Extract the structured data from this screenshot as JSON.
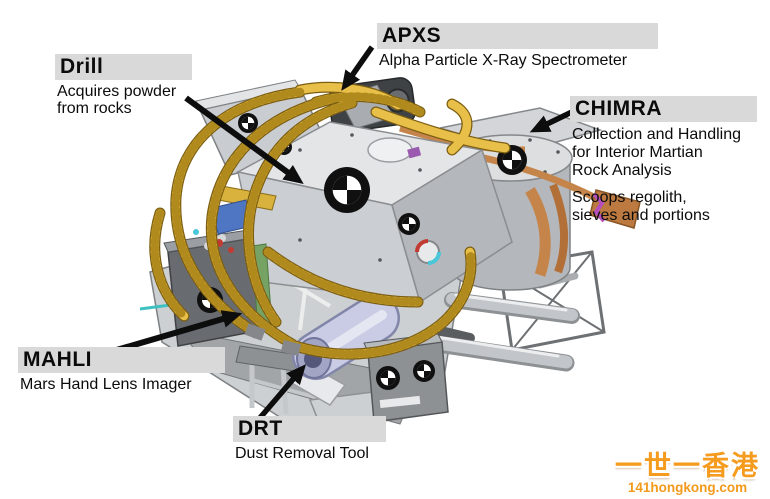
{
  "labels": {
    "drill": {
      "title": "Drill",
      "desc": [
        "Acquires powder",
        "from rocks"
      ]
    },
    "apxs": {
      "title": "APXS",
      "desc": [
        "Alpha Particle X-Ray Spectrometer"
      ]
    },
    "chimra": {
      "title": "CHIMRA",
      "desc": [
        "Collection and Handling",
        "for Interior Martian",
        "Rock Analysis"
      ],
      "desc2": [
        "Scoops regolith,",
        "sieves and portions"
      ]
    },
    "mahli": {
      "title": "MAHLI",
      "desc": [
        "Mars Hand Lens Imager"
      ]
    },
    "drt": {
      "title": "DRT",
      "desc": [
        "Dust Removal Tool"
      ]
    }
  },
  "watermark": {
    "line1": "一世一香港",
    "line2": "141hongkong.com"
  },
  "colors": {
    "label_box": "#d9d9d9",
    "label_text": "#0b0b0b",
    "arrow": "#0d0d0d",
    "cable_yellow": "#e8bf49",
    "metal_light": "#e3e5e7",
    "metal_mid": "#c7cacd",
    "metal_dark": "#8e9194",
    "frame_dark": "#55585b",
    "copper": "#c5854a",
    "drt_lavender": "#c9cce4",
    "board_green": "#76a263",
    "accent_blue": "#4f76c2",
    "accent_purple": "#9a5ab0",
    "accent_red": "#c23b32",
    "accent_teal": "#3fc0c0",
    "watermark_orange": "#f59b1e"
  },
  "diagram": {
    "subject": "Mars rover robotic-arm turret instruments",
    "parts": [
      "drill-housing",
      "apxs-sensor-head",
      "chimra-drum",
      "mahli-camera",
      "drt-tool",
      "cable-harness",
      "fiducial-markers",
      "contact-rods",
      "turret-frame"
    ]
  }
}
